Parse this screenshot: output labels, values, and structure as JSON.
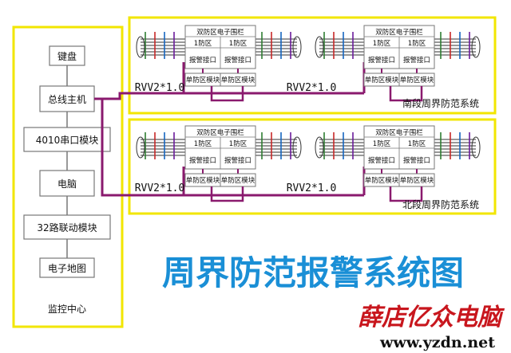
{
  "control_center": {
    "label": "监控中心",
    "modules": [
      "键盘",
      "总线主机",
      "4010串口模块",
      "电脑",
      "32路联动模块",
      "电子地图"
    ]
  },
  "fence_panel": {
    "title": "双防区电子围栏",
    "zone_a": "1防区",
    "zone_b": "1防区",
    "alarm_a": "报警接口",
    "alarm_b": "报警接口"
  },
  "module_labels": {
    "single": "单防区模块",
    "single2": "单防区模块"
  },
  "cables": {
    "south_left": "RVV2*1.0",
    "south_right": "RVV2*1.0",
    "north_left": "RVV2*1.0",
    "north_right": "RVV2*1.0"
  },
  "systems": {
    "south": "南段周界防范系统",
    "north": "北段周界防范系统"
  },
  "main_title": "周界防范报警系统图",
  "watermark": {
    "brand": "薛店亿众电脑",
    "url": "www.yzdn.net"
  },
  "colors": {
    "frame": "#f2e600",
    "wire": "#8a1a6e",
    "title": "#1a8fd6",
    "brand": "#c8161d"
  }
}
